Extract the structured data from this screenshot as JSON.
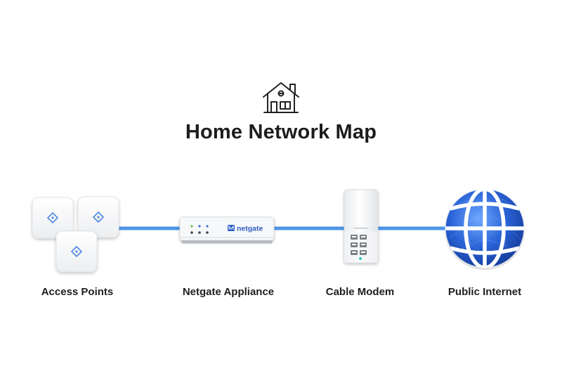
{
  "title": "Home Network Map",
  "nodes": [
    {
      "id": "access-points",
      "label": "Access Points",
      "icon": "access-point-icon"
    },
    {
      "id": "netgate-appliance",
      "label": "Netgate Appliance",
      "icon": "router-appliance-icon"
    },
    {
      "id": "cable-modem",
      "label": "Cable Modem",
      "icon": "cable-modem-icon"
    },
    {
      "id": "public-internet",
      "label": "Public Internet",
      "icon": "globe-icon"
    }
  ],
  "edges": [
    {
      "from": "access-points",
      "to": "netgate-appliance"
    },
    {
      "from": "netgate-appliance",
      "to": "cable-modem"
    },
    {
      "from": "cable-modem",
      "to": "public-internet"
    }
  ],
  "devices": {
    "appliance_brand": "netgate"
  },
  "colors": {
    "link": "#4f95e6",
    "globe": "#1f5ad0",
    "accent": "#3b6fd6",
    "text": "#1e1e1e"
  }
}
